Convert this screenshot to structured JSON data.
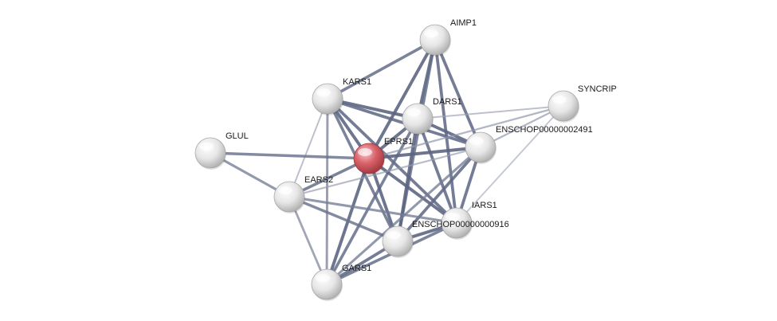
{
  "network": {
    "nodes": [
      {
        "id": "AIMP1",
        "label": "AIMP1",
        "query": false
      },
      {
        "id": "KARS1",
        "label": "KARS1",
        "query": false
      },
      {
        "id": "DARS1",
        "label": "DARS1",
        "query": false
      },
      {
        "id": "SYNCRIP",
        "label": "SYNCRIP",
        "query": false
      },
      {
        "id": "GLUL",
        "label": "GLUL",
        "query": false
      },
      {
        "id": "EPRS1",
        "label": "EPRS1",
        "query": true
      },
      {
        "id": "ENSCHOP00000002491",
        "label": "ENSCHOP00000002491",
        "query": false
      },
      {
        "id": "EARS2",
        "label": "EARS2",
        "query": false
      },
      {
        "id": "IARS1",
        "label": "IARS1",
        "query": false
      },
      {
        "id": "ENSCHOP00000000916",
        "label": "ENSCHOP00000000916",
        "query": false
      },
      {
        "id": "GARS1",
        "label": "GARS1",
        "query": false
      }
    ],
    "edges": [
      {
        "source": "AIMP1",
        "target": "KARS1",
        "weight": 0.75
      },
      {
        "source": "AIMP1",
        "target": "DARS1",
        "weight": 0.85
      },
      {
        "source": "AIMP1",
        "target": "EPRS1",
        "weight": 0.85
      },
      {
        "source": "AIMP1",
        "target": "ENSCHOP00000002491",
        "weight": 0.8
      },
      {
        "source": "AIMP1",
        "target": "IARS1",
        "weight": 0.8
      },
      {
        "source": "AIMP1",
        "target": "ENSCHOP00000000916",
        "weight": 0.75
      },
      {
        "source": "KARS1",
        "target": "DARS1",
        "weight": 0.85
      },
      {
        "source": "KARS1",
        "target": "EPRS1",
        "weight": 0.85
      },
      {
        "source": "KARS1",
        "target": "ENSCHOP00000002491",
        "weight": 0.8
      },
      {
        "source": "KARS1",
        "target": "IARS1",
        "weight": 0.8
      },
      {
        "source": "KARS1",
        "target": "ENSCHOP00000000916",
        "weight": 0.75
      },
      {
        "source": "KARS1",
        "target": "GARS1",
        "weight": 0.55
      },
      {
        "source": "KARS1",
        "target": "EARS2",
        "weight": 0.25
      },
      {
        "source": "DARS1",
        "target": "EPRS1",
        "weight": 0.85
      },
      {
        "source": "DARS1",
        "target": "ENSCHOP00000002491",
        "weight": 0.85
      },
      {
        "source": "DARS1",
        "target": "IARS1",
        "weight": 0.8
      },
      {
        "source": "DARS1",
        "target": "ENSCHOP00000000916",
        "weight": 0.85
      },
      {
        "source": "DARS1",
        "target": "GARS1",
        "weight": 0.75
      },
      {
        "source": "DARS1",
        "target": "SYNCRIP",
        "weight": 0.25
      },
      {
        "source": "SYNCRIP",
        "target": "EPRS1",
        "weight": 0.35
      },
      {
        "source": "SYNCRIP",
        "target": "ENSCHOP00000002491",
        "weight": 0.35
      },
      {
        "source": "SYNCRIP",
        "target": "IARS1",
        "weight": 0.2
      },
      {
        "source": "GLUL",
        "target": "EPRS1",
        "weight": 0.7
      },
      {
        "source": "GLUL",
        "target": "EARS2",
        "weight": 0.6
      },
      {
        "source": "EPRS1",
        "target": "ENSCHOP00000002491",
        "weight": 0.85
      },
      {
        "source": "EPRS1",
        "target": "EARS2",
        "weight": 0.75
      },
      {
        "source": "EPRS1",
        "target": "IARS1",
        "weight": 0.85
      },
      {
        "source": "EPRS1",
        "target": "ENSCHOP00000000916",
        "weight": 0.85
      },
      {
        "source": "EPRS1",
        "target": "GARS1",
        "weight": 0.85
      },
      {
        "source": "ENSCHOP00000002491",
        "target": "IARS1",
        "weight": 0.8
      },
      {
        "source": "ENSCHOP00000002491",
        "target": "ENSCHOP00000000916",
        "weight": 0.8
      },
      {
        "source": "ENSCHOP00000002491",
        "target": "EARS2",
        "weight": 0.3
      },
      {
        "source": "ENSCHOP00000002491",
        "target": "GARS1",
        "weight": 0.6
      },
      {
        "source": "EARS2",
        "target": "IARS1",
        "weight": 0.6
      },
      {
        "source": "EARS2",
        "target": "ENSCHOP00000000916",
        "weight": 0.7
      },
      {
        "source": "EARS2",
        "target": "GARS1",
        "weight": 0.5
      },
      {
        "source": "IARS1",
        "target": "ENSCHOP00000000916",
        "weight": 0.85
      },
      {
        "source": "IARS1",
        "target": "GARS1",
        "weight": 0.75
      },
      {
        "source": "ENSCHOP00000000916",
        "target": "GARS1",
        "weight": 0.8
      }
    ]
  },
  "colors": {
    "edge_strong": "#4b5575",
    "edge_weak": "#b4b9c8",
    "node_default": "#e4e4e4",
    "node_query": "#d9626a"
  }
}
